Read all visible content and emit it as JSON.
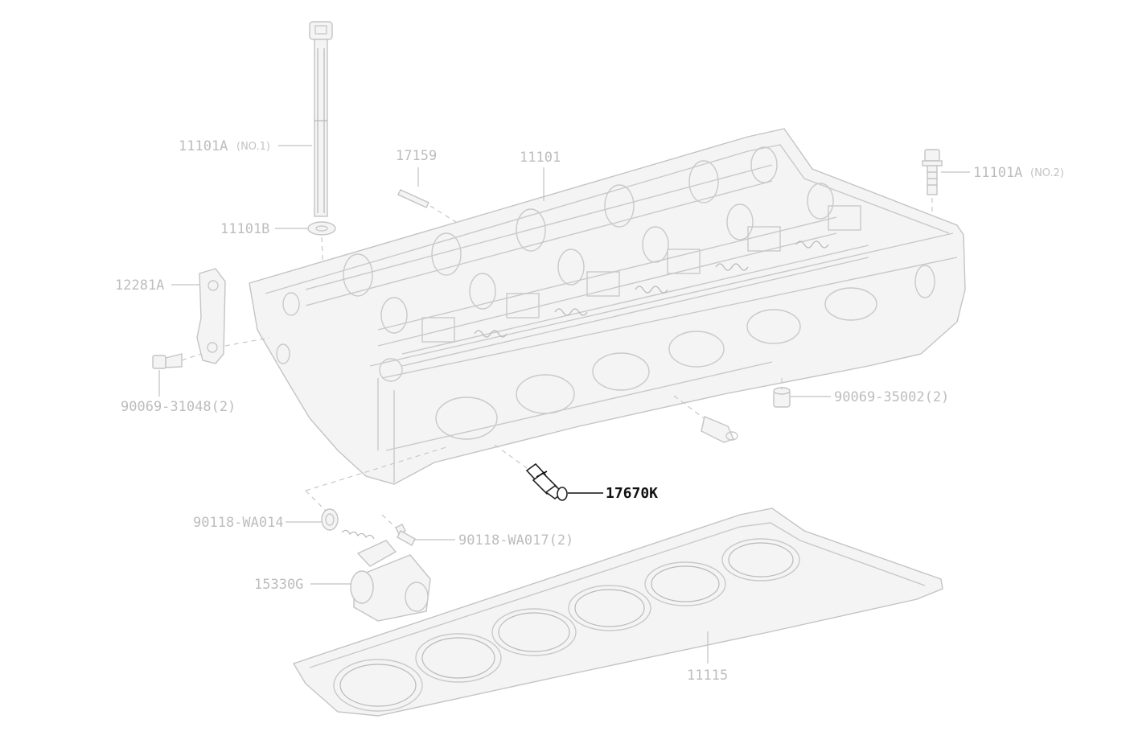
{
  "colors": {
    "faded": "#c9c9c9",
    "highlight": "#111111",
    "background": "#ffffff"
  },
  "callouts": {
    "head_bolt_no1": {
      "number": "11101A",
      "qualifier": "(NO.1)"
    },
    "stud_pin": "17159",
    "cylinder_head": "11101",
    "head_bolt_no2": {
      "number": "11101A",
      "qualifier": "(NO.2)"
    },
    "washer": "11101B",
    "bracket": "12281A",
    "bolt_left": "90069-31048(2)",
    "plug_right": "90069-35002(2)",
    "sensor_highlight": "17670K",
    "o_ring": "90118-WA014",
    "bolt_small": "90118-WA017(2)",
    "control_valve": "15330G",
    "head_gasket": "11115"
  }
}
